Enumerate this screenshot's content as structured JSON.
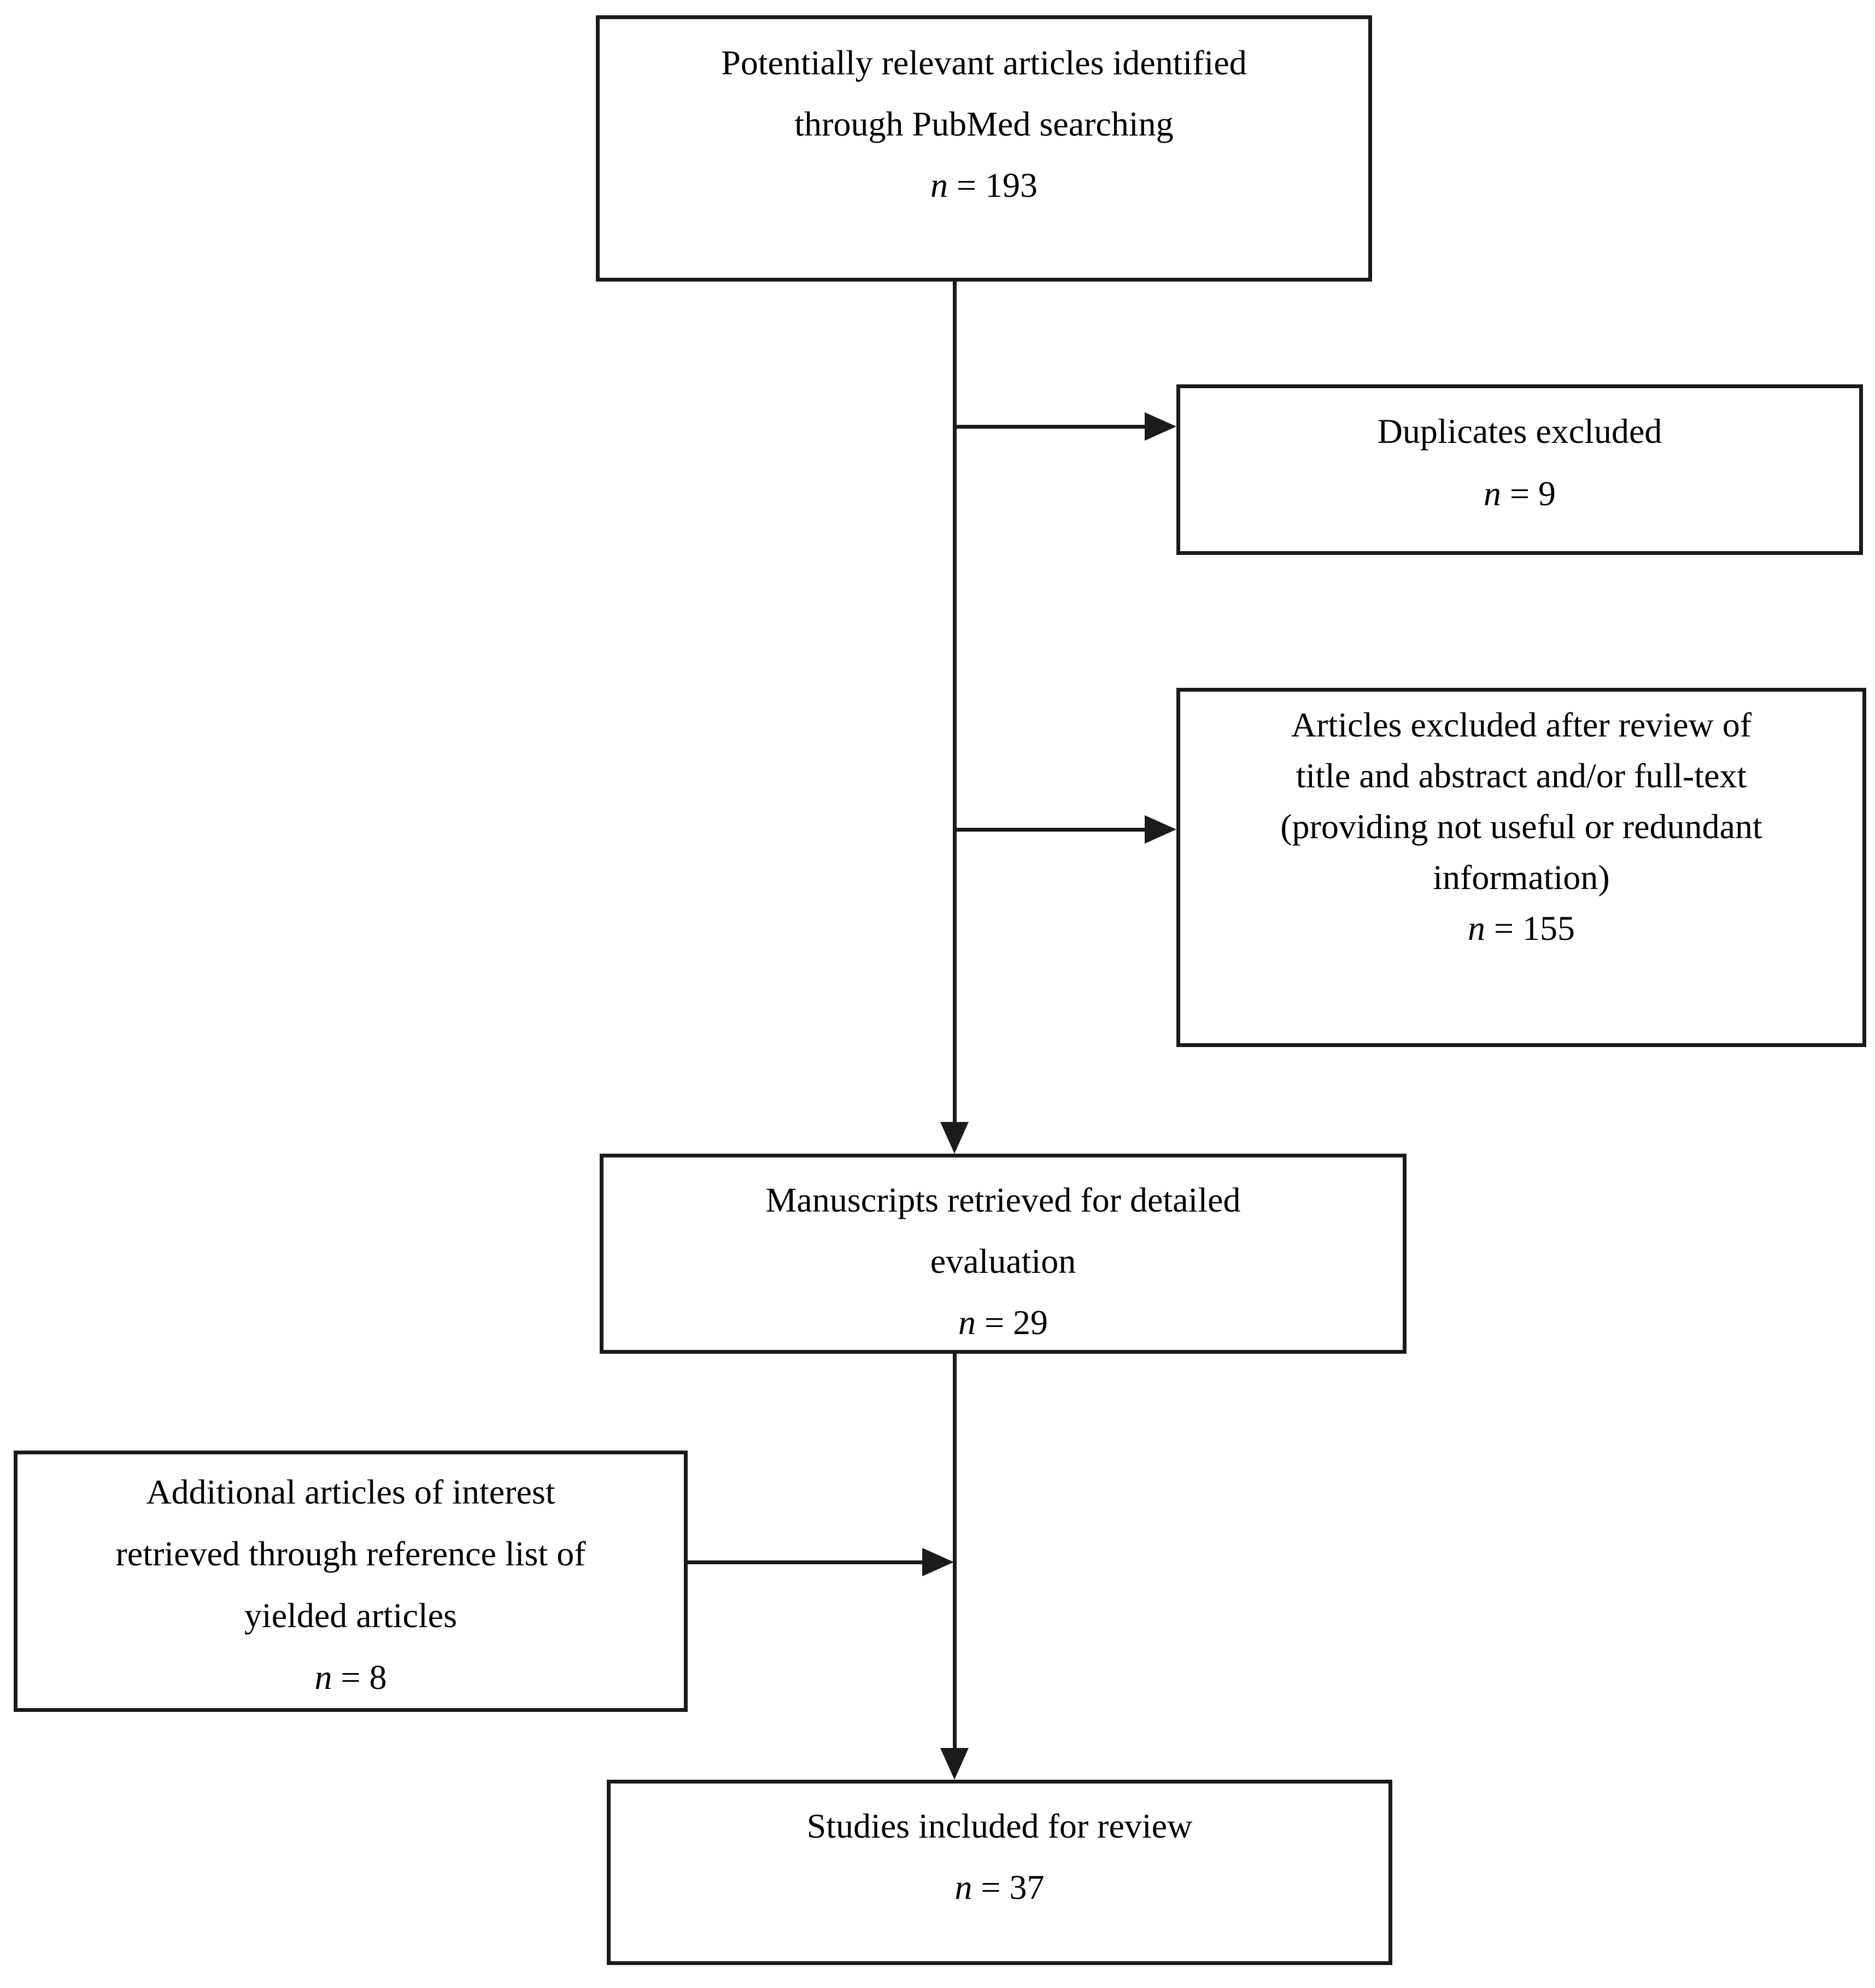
{
  "diagram": {
    "kind": "literature-selection-flowchart",
    "boxes": {
      "identified": {
        "lines": [
          "Potentially relevant articles identified",
          "through PubMed searching"
        ],
        "n_italic": "n",
        "n_rest": " = 193"
      },
      "duplicates": {
        "lines": [
          "Duplicates excluded"
        ],
        "n_italic": "n",
        "n_rest": " = 9"
      },
      "excluded": {
        "lines": [
          "Articles excluded after review of",
          "title and abstract and/or full-text",
          "(providing not useful or redundant",
          "information)"
        ],
        "n_italic": "n",
        "n_rest": " = 155"
      },
      "retrieved": {
        "lines": [
          "Manuscripts retrieved for detailed",
          "evaluation"
        ],
        "n_italic": "n",
        "n_rest": " = 29"
      },
      "additional": {
        "lines": [
          "Additional articles of interest",
          "retrieved through reference list of",
          "yielded articles"
        ],
        "n_italic": "n",
        "n_rest": " = 8"
      },
      "included": {
        "lines": [
          "Studies included for review"
        ],
        "n_italic": "n",
        "n_rest": " = 37"
      }
    },
    "edges": [
      {
        "from": "identified",
        "to": "retrieved"
      },
      {
        "from": "identified",
        "to": "duplicates"
      },
      {
        "from": "identified",
        "to": "excluded"
      },
      {
        "from": "retrieved",
        "to": "included"
      },
      {
        "from": "additional",
        "to": "included"
      }
    ],
    "colors": {
      "line": "#1b1b1b",
      "text": "#000000",
      "background": "#ffffff"
    }
  }
}
